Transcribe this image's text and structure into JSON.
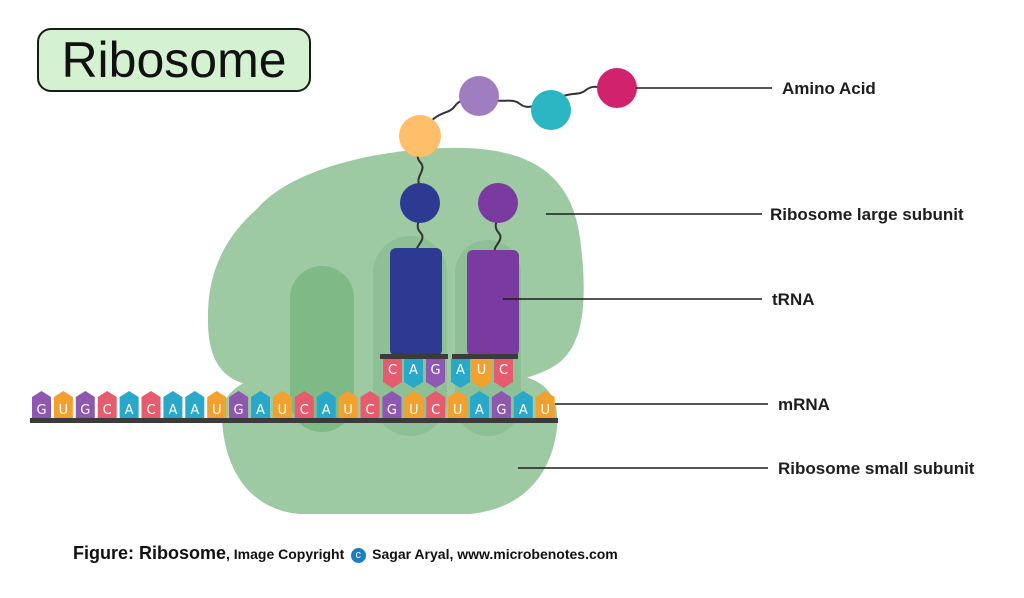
{
  "title": "Ribosome",
  "labels": {
    "amino_acid": "Amino Acid",
    "large_subunit": "Ribosome large subunit",
    "trna": "tRNA",
    "mrna": "mRNA",
    "small_subunit": "Ribosome small subunit"
  },
  "caption": {
    "figure": "Figure: Ribosome",
    "copyright_prefix": ", Image Copyright",
    "copyright_symbol": "c",
    "credit": "Sagar Aryal, www.microbenotes.com"
  },
  "mrna_sequence": [
    "G",
    "U",
    "G",
    "C",
    "A",
    "C",
    "A",
    "A",
    "U",
    "G",
    "A",
    "U",
    "C",
    "A",
    "U",
    "C",
    "G",
    "U",
    "C",
    "U",
    "A",
    "G",
    "A",
    "U"
  ],
  "anticodons": [
    "C",
    "A",
    "G",
    "A",
    "U",
    "C"
  ],
  "colors": {
    "ribosome": "#9dc9a3",
    "ribosome_dark": "#7fba86",
    "title_box": "#d4f1d1",
    "trna_left": "#2c3a92",
    "trna_right": "#7a3aa0",
    "G": "#8e58b0",
    "U": "#f2a12f",
    "C": "#e45c6e",
    "A": "#2aa8c9"
  }
}
